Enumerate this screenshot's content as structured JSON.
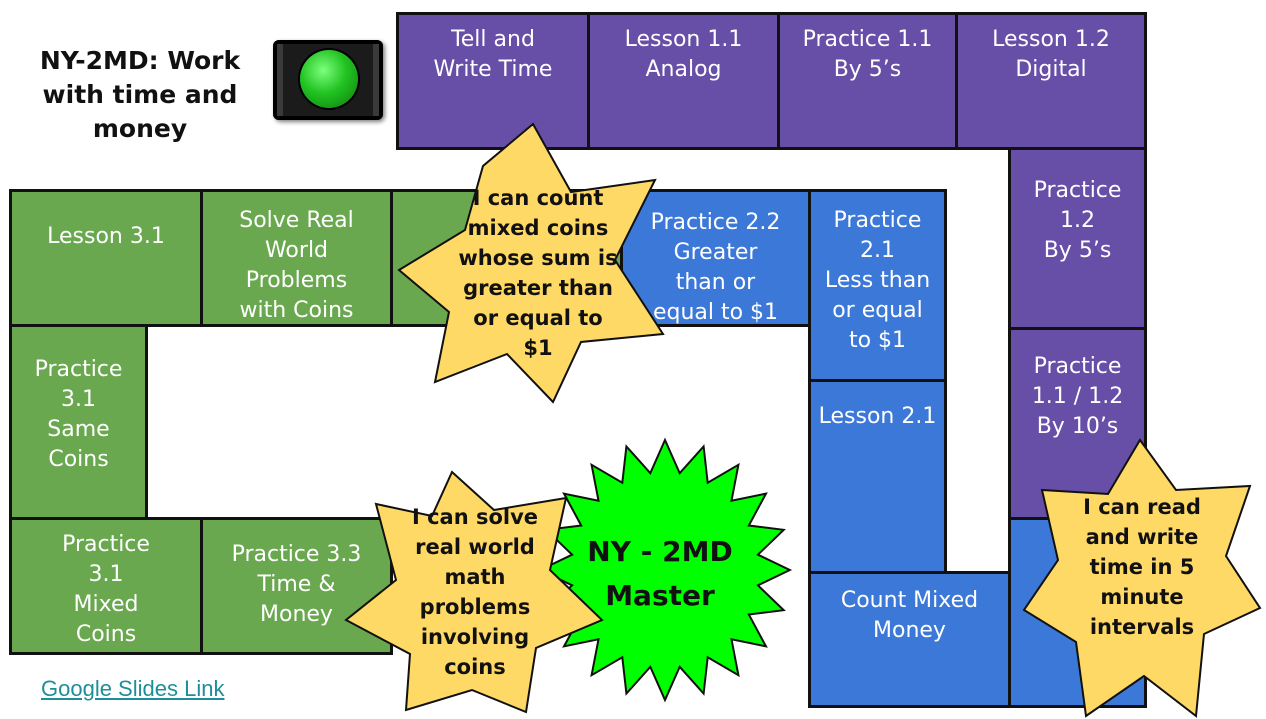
{
  "title": "NY-2MD: Work\nwith time and\nmoney",
  "colors": {
    "purple": "#674ea7",
    "green": "#6aa84f",
    "blue": "#3c78d8",
    "star": "#ffd966",
    "master": "#00ff00"
  },
  "traffic_light": {
    "icon": "green-light-icon"
  },
  "tiles": {
    "tell_write_time": "Tell and\nWrite Time",
    "lesson_1_1": "Lesson 1.1\nAnalog",
    "practice_1_1": "Practice 1.1\nBy 5’s",
    "lesson_1_2": "Lesson 1.2\nDigital",
    "practice_1_2": "Practice\n1.2\nBy 5’s",
    "practice_1_1_1_2": "Practice\n1.1 / 1.2\nBy 10’s",
    "count_mixed_money": "Count Mixed\nMoney",
    "lesson_2_1": "Lesson 2.1",
    "practice_2_1": "Practice\n2.1\nLess than\nor equal\nto $1",
    "practice_2_2": "Practice 2.2\nGreater\nthan or\nequal to $1",
    "solve_real_world": "Solve Real\nWorld\nProblems\nwith Coins",
    "lesson_3_1": "Lesson 3.1",
    "practice_3_1_same": "Practice\n3.1\nSame\nCoins",
    "practice_3_1_mixed": "Practice\n3.1\nMixed\nCoins",
    "practice_3_3": "Practice 3.3\nTime &\nMoney"
  },
  "stars": {
    "count_coins": "I can count\nmixed coins\nwhose sum is\ngreater than\nor equal to\n$1",
    "solve_real_world": "I can solve\nreal world\nmath\nproblems\ninvolving\ncoins",
    "read_write_time": "I can read\nand write\ntime in 5\nminute\nintervals"
  },
  "master": "NY - 2MD\nMaster",
  "link": "Google Slides Link"
}
